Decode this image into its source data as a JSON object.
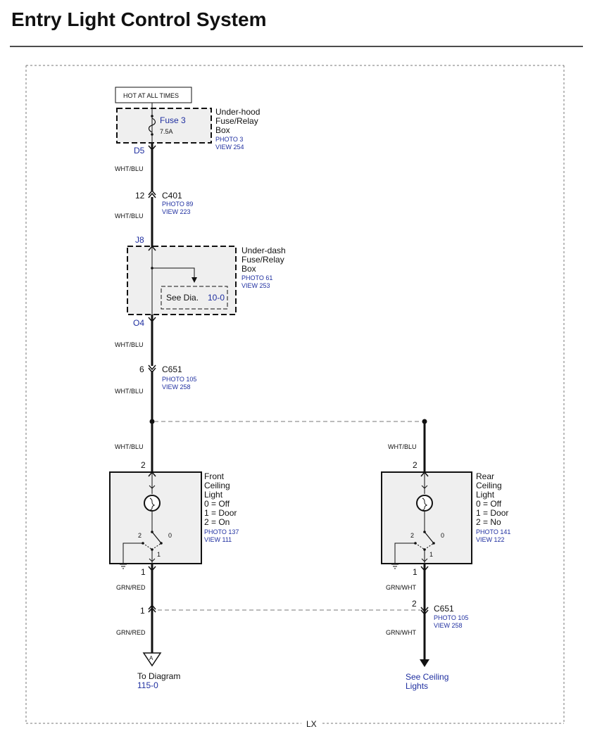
{
  "title": "Entry Light Control System",
  "footer_model": "LX",
  "hot_label": "HOT AT ALL TIMES",
  "underhood_box": {
    "name": [
      "Under-hood",
      "Fuse/Relay",
      "Box"
    ],
    "photo": "PHOTO 3",
    "view": "VIEW 254",
    "fuse": "Fuse 3",
    "rating": "7.5A",
    "terminal": "D5"
  },
  "wire_d5_c401": "WHT/BLU",
  "c401": {
    "id": "C401",
    "pin": "12",
    "photo": "PHOTO 89",
    "view": "VIEW 223"
  },
  "wire_c401_j8": "WHT/BLU",
  "underdash_box": {
    "name": [
      "Under-dash",
      "Fuse/Relay",
      "Box"
    ],
    "photo": "PHOTO 61",
    "view": "VIEW 253",
    "in_terminal": "J8",
    "out_terminal": "O4",
    "see_dia_prefix": "See Dia.",
    "see_dia_ref": "10-0"
  },
  "wire_o4_c651": "WHT/BLU",
  "c651_top": {
    "id": "C651",
    "pin": "6",
    "photo": "PHOTO 105",
    "view": "VIEW 258"
  },
  "wire_c651_splice": "WHT/BLU",
  "front_light": {
    "name": [
      "Front",
      "Ceiling",
      "Light"
    ],
    "modes": [
      "0 = Off",
      "1 = Door",
      "2 = On"
    ],
    "photo": "PHOTO 137",
    "view": "VIEW 111",
    "wire_in": "WHT/BLU",
    "pin_in": "2",
    "pin_out": "1",
    "sw_pos": [
      "2",
      "0",
      "1"
    ]
  },
  "rear_light": {
    "name": [
      "Rear",
      "Ceiling",
      "Light"
    ],
    "modes": [
      "0 = Off",
      "1 = Door",
      "2 = No"
    ],
    "photo": "PHOTO 141",
    "view": "VIEW 122",
    "wire_in": "WHT/BLU",
    "pin_in": "2",
    "pin_out": "1",
    "sw_pos": [
      "2",
      "0",
      "1"
    ]
  },
  "front_wire_out": "GRN/RED",
  "front_wire_out2": "GRN/RED",
  "front_conn_pin": "1",
  "rear_wire_out": "GRN/WHT",
  "rear_wire_out2": "GRN/WHT",
  "c651_bottom": {
    "id": "C651",
    "pin": "2",
    "photo": "PHOTO 105",
    "view": "VIEW 258"
  },
  "to_diagram": {
    "prefix": "To Diagram",
    "ref": "115-0",
    "marker": "A"
  },
  "see_ceiling": [
    "See Ceiling",
    "Lights"
  ]
}
